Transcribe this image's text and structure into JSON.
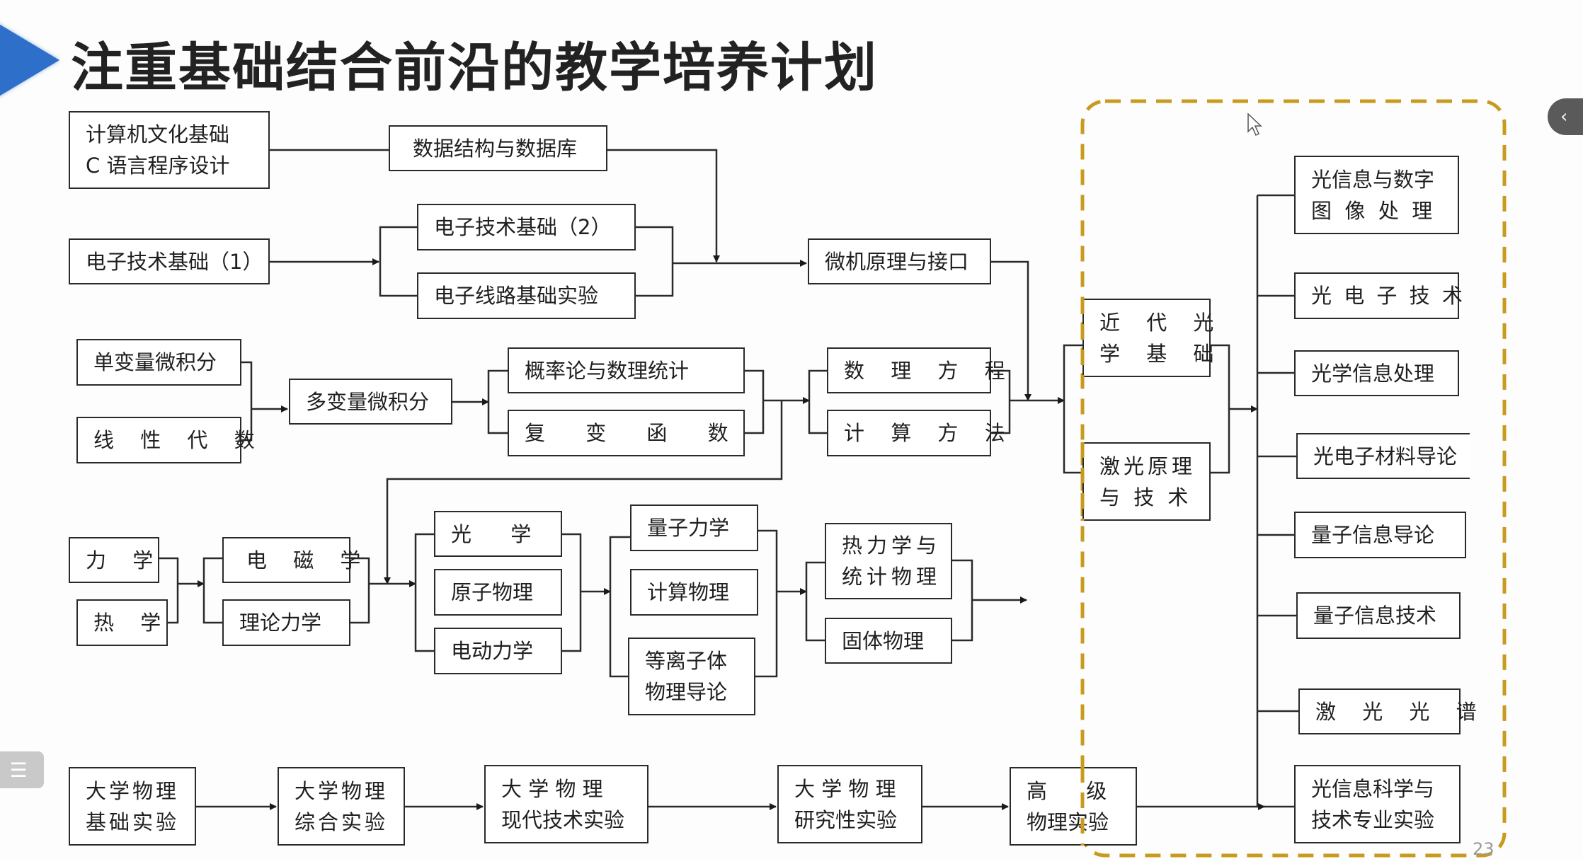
{
  "slide": {
    "title": "注重基础结合前沿的教学培养计划",
    "page_number": "23",
    "colors": {
      "accent_arrow": "#2e6fc9",
      "dashed_frame": "#c89b1e",
      "box_border": "#2a2a2a",
      "text": "#1f1f1f"
    }
  },
  "controls": {
    "collapse_panel_icon": "‹",
    "outline_menu_icon": "☰"
  },
  "courses": {
    "computer_basics": [
      "计算机文化基础",
      "C 语言程序设计"
    ],
    "data_structures": "数据结构与数据库",
    "electronics_1": "电子技术基础（1）",
    "electronics_2": "电子技术基础（2）",
    "circuit_lab": "电子线路基础实验",
    "microcomputer": "微机原理与接口",
    "single_calculus": "单变量微积分",
    "linear_algebra": "线 性 代 数",
    "multi_calculus": "多变量微积分",
    "probability": "概率论与数理统计",
    "complex_functions": "复 变 函 数",
    "math_physics_eq": "数 理 方 程",
    "numerical_methods": "计 算 方 法",
    "modern_optics": [
      "近 代 光",
      "学 基 础"
    ],
    "laser_principles": [
      "激光原理",
      "与  技  术"
    ],
    "mechanics": "力 学",
    "thermology": "热 学",
    "electromagnetism": "电 磁 学",
    "theoretical_mechanics": "理论力学",
    "optics": "光      学",
    "atomic_physics": "原子物理",
    "electrodynamics": "电动力学",
    "quantum_mechanics": "量子力学",
    "computational_physics": "计算物理",
    "plasma_physics": [
      "等离子体",
      "物理导论"
    ],
    "thermo_stat": [
      "热力学与",
      "统计物理"
    ],
    "solid_state": "固体物理",
    "elective_optical_info_image": [
      "光信息与数字",
      "图  像  处  理"
    ],
    "elective_optoelectronics": "光 电 子 技 术",
    "elective_optical_info_processing": "光学信息处理",
    "elective_optoelectronic_materials": "光电子材料导论",
    "elective_quantum_info_intro": "量子信息导论",
    "elective_quantum_info_tech": "量子信息技术",
    "elective_laser_spectroscopy": "激 光 光 谱",
    "elective_major_lab": [
      "光信息科学与",
      "技术专业实验"
    ],
    "lab_basic": [
      "大学物理",
      "基础实验"
    ],
    "lab_comprehensive": [
      "大学物理",
      "综合实验"
    ],
    "lab_modern": [
      "大 学 物 理",
      "现代技术实验"
    ],
    "lab_research": [
      "大 学 物 理",
      "研究性实验"
    ],
    "lab_advanced": [
      "高      级",
      "物理实验"
    ]
  }
}
